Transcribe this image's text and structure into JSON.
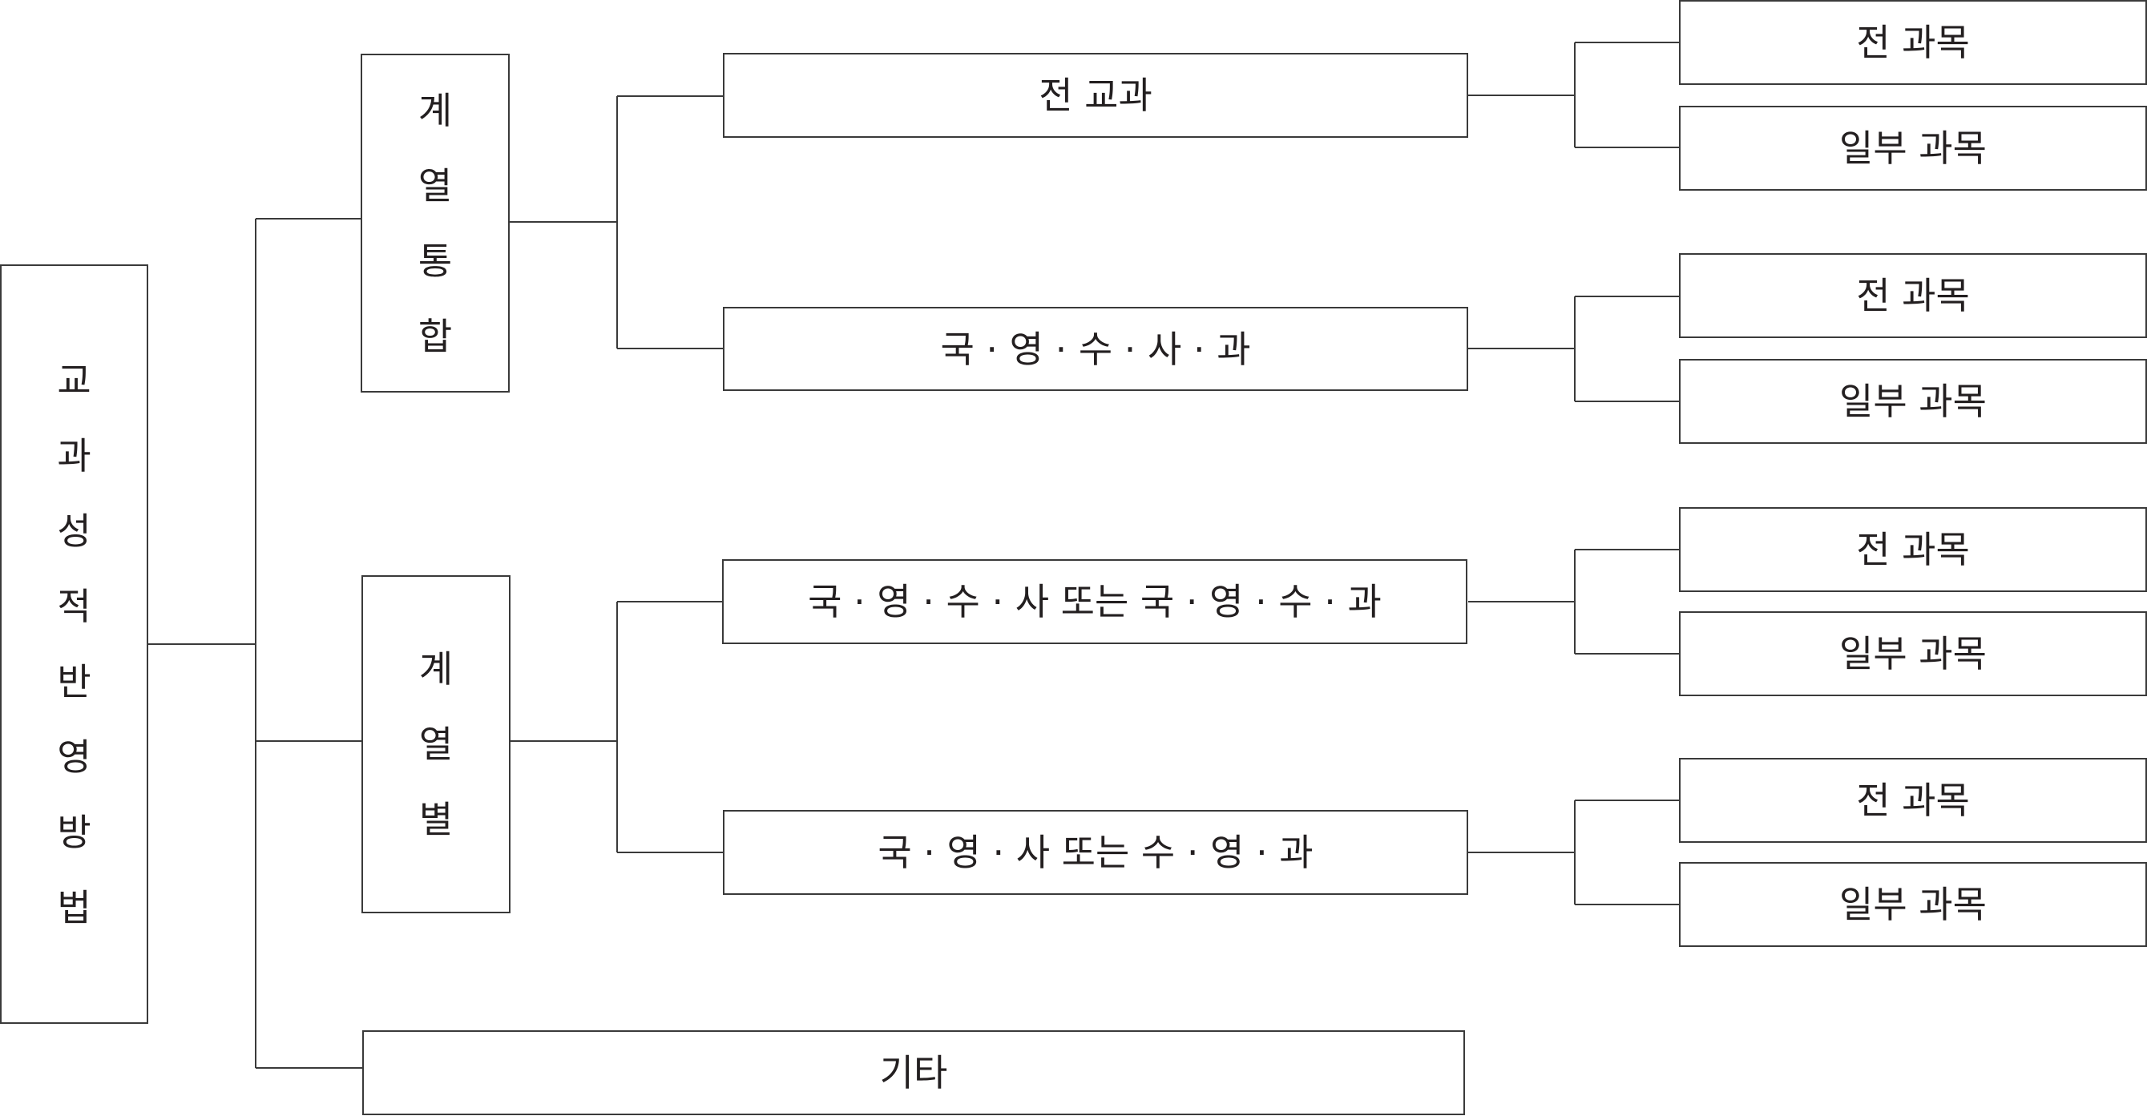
{
  "root": {
    "chars": [
      "교",
      "과",
      "성",
      "적",
      "반",
      "영",
      "방",
      "법"
    ]
  },
  "group_integrated": {
    "chars": [
      "계",
      "열",
      "통",
      "합"
    ]
  },
  "group_by_track": {
    "chars": [
      "계",
      "열",
      "별"
    ]
  },
  "other": {
    "label": "기타"
  },
  "middle": [
    {
      "label": "전 교과"
    },
    {
      "label": "국 · 영 · 수 · 사 · 과"
    },
    {
      "label": "국 · 영 · 수 · 사 또는 국 · 영 · 수 · 과"
    },
    {
      "label": "국 · 영 · 사 또는 수 · 영 · 과"
    }
  ],
  "leaves": [
    {
      "label": "전 과목"
    },
    {
      "label": "일부 과목"
    },
    {
      "label": "전 과목"
    },
    {
      "label": "일부 과목"
    },
    {
      "label": "전 과목"
    },
    {
      "label": "일부 과목"
    },
    {
      "label": "전 과목"
    },
    {
      "label": "일부 과목"
    }
  ]
}
